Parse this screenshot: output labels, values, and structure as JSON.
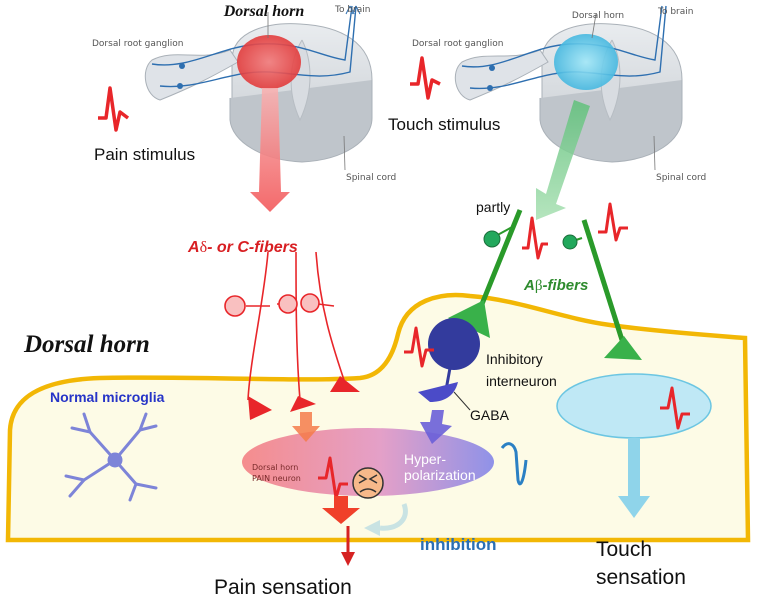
{
  "panel_left": {
    "title": "Dorsal horn",
    "ganglion_label": "Dorsal root ganglion",
    "to_brain": "To brain",
    "spinal_cord": "Spinal cord",
    "stimulus": "Pain stimulus"
  },
  "panel_right": {
    "title": "Dorsal horn",
    "ganglion_label": "Dorsal root ganglion",
    "to_brain": "To brain",
    "spinal_cord": "Spinal cord",
    "stimulus": "Touch stimulus"
  },
  "fibers": {
    "pain_prefix": "A",
    "pain_delta": "δ",
    "pain_suffix": "- or C-fibers",
    "partly": "partly",
    "touch_prefix": "A",
    "touch_beta": "β",
    "touch_suffix": "-fibers"
  },
  "main": {
    "dorsal_horn": "Dorsal horn",
    "microglia": "Normal microglia",
    "interneuron_line1": "Inhibitory",
    "interneuron_line2": "interneuron",
    "gaba": "GABA",
    "pain_neuron_line1": "Dorsal horn",
    "pain_neuron_line2": "PAIN neuron",
    "hyper_line1": "Hyper-",
    "hyper_line2": "polarization",
    "inhibition": "inhibition",
    "pain_sensation": "Pain sensation",
    "touch_line1": "Touch",
    "touch_line2": "sensation"
  },
  "colors": {
    "pain_red": "#e8262a",
    "touch_green": "#2e8b2e",
    "inhibit_blue": "#2b6fb5",
    "horn_border": "#f2b705",
    "horn_fill": "#fdfbe6",
    "interneuron": "#2e3796",
    "touch_cell": "#bfe8f5"
  }
}
